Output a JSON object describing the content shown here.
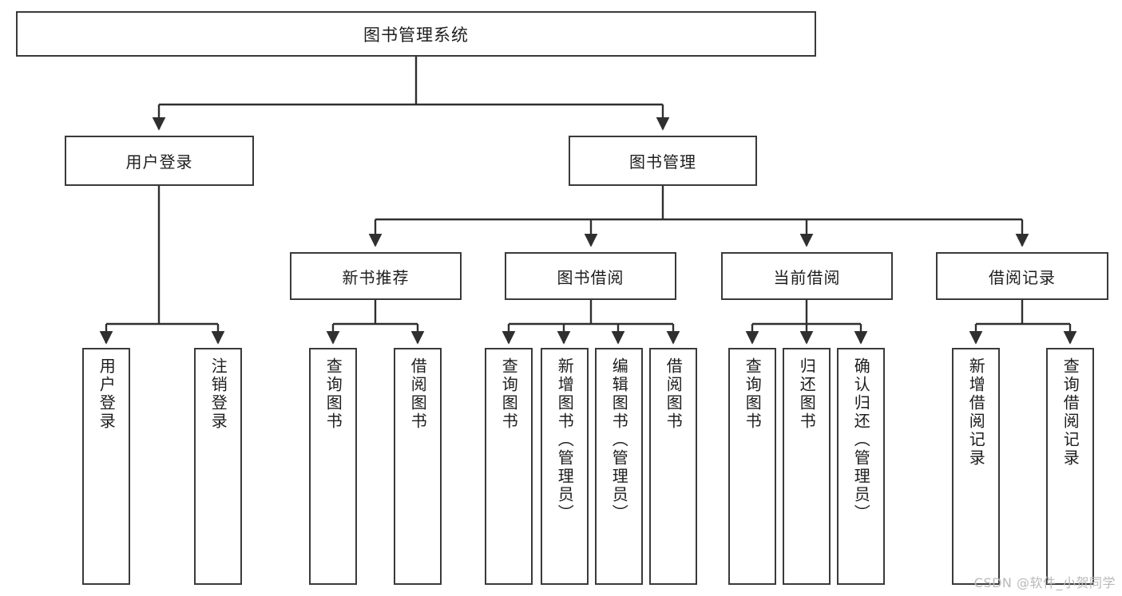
{
  "diagram": {
    "title": "图书管理系统",
    "type": "tree",
    "watermark": "CSDN @软件_小贺同学",
    "colors": {
      "border": "#3a3a3a",
      "text": "#1d1d1d",
      "background": "#ffffff",
      "connector": "#2f2f2f",
      "watermark": "#b9b9b9"
    },
    "root": {
      "label": "图书管理系统"
    },
    "level2": [
      {
        "label": "用户登录"
      },
      {
        "label": "图书管理"
      }
    ],
    "level3": [
      {
        "label": "新书推荐"
      },
      {
        "label": "图书借阅"
      },
      {
        "label": "当前借阅"
      },
      {
        "label": "借阅记录"
      }
    ],
    "leaves": {
      "user_login": [
        {
          "label": "用户登录"
        },
        {
          "label": "注销登录"
        }
      ],
      "new_book_recommend": [
        {
          "label": "查询图书"
        },
        {
          "label": "借阅图书"
        }
      ],
      "book_borrow": [
        {
          "label": "查询图书"
        },
        {
          "label": "新增图书（管理员）"
        },
        {
          "label": "编辑图书（管理员）"
        },
        {
          "label": "借阅图书"
        }
      ],
      "current_borrow": [
        {
          "label": "查询图书"
        },
        {
          "label": "归还图书"
        },
        {
          "label": "确认归还（管理员）"
        }
      ],
      "borrow_record": [
        {
          "label": "新增借阅记录"
        },
        {
          "label": "查询借阅记录"
        }
      ]
    }
  }
}
